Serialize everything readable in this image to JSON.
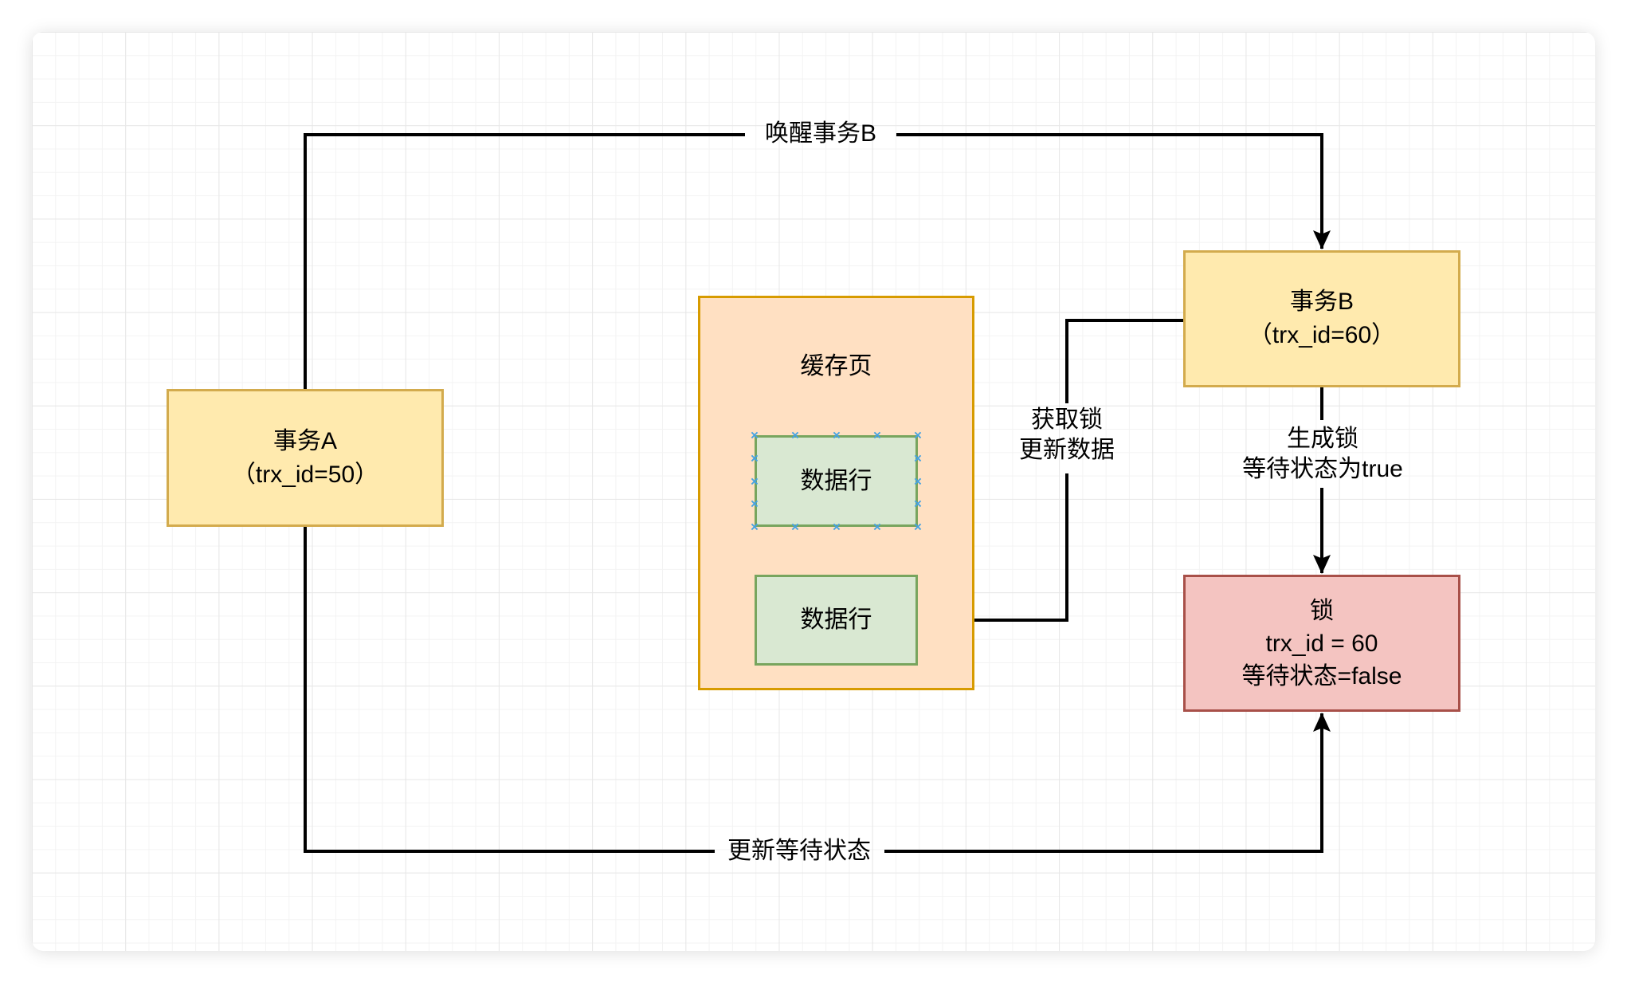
{
  "diagram": {
    "nodes": {
      "transaction_a": {
        "title": "事务A",
        "subtitle": "（trx_id=50）"
      },
      "transaction_b": {
        "title": "事务B",
        "subtitle": "（trx_id=60）"
      },
      "cache_page": {
        "title": "缓存页"
      },
      "data_row_locked": {
        "title": "数据行"
      },
      "data_row_free": {
        "title": "数据行"
      },
      "lock": {
        "title": "锁",
        "line2": "trx_id = 60",
        "line3": "等待状态=false"
      }
    },
    "edges": {
      "wake_b": {
        "label": "唤醒事务B"
      },
      "acquire_lock": {
        "line1": "获取锁",
        "line2": "更新数据"
      },
      "generate_lock": {
        "line1": "生成锁",
        "line2": "等待状态为true"
      },
      "update_wait": {
        "label": "更新等待状态"
      }
    },
    "icons": {
      "x_marker": "×"
    },
    "colors": {
      "node_yellow_fill": "#ffeaae",
      "node_yellow_stroke": "#d3ab4d",
      "cache_orange_fill": "#ffe0c2",
      "cache_orange_stroke": "#d79b00",
      "row_green_fill": "#d9e8d2",
      "row_green_stroke": "#78a55e",
      "lock_red_fill": "#f4c4c1",
      "lock_red_stroke": "#a85049",
      "marker_blue": "#45a2e2",
      "connector": "#000000"
    }
  }
}
